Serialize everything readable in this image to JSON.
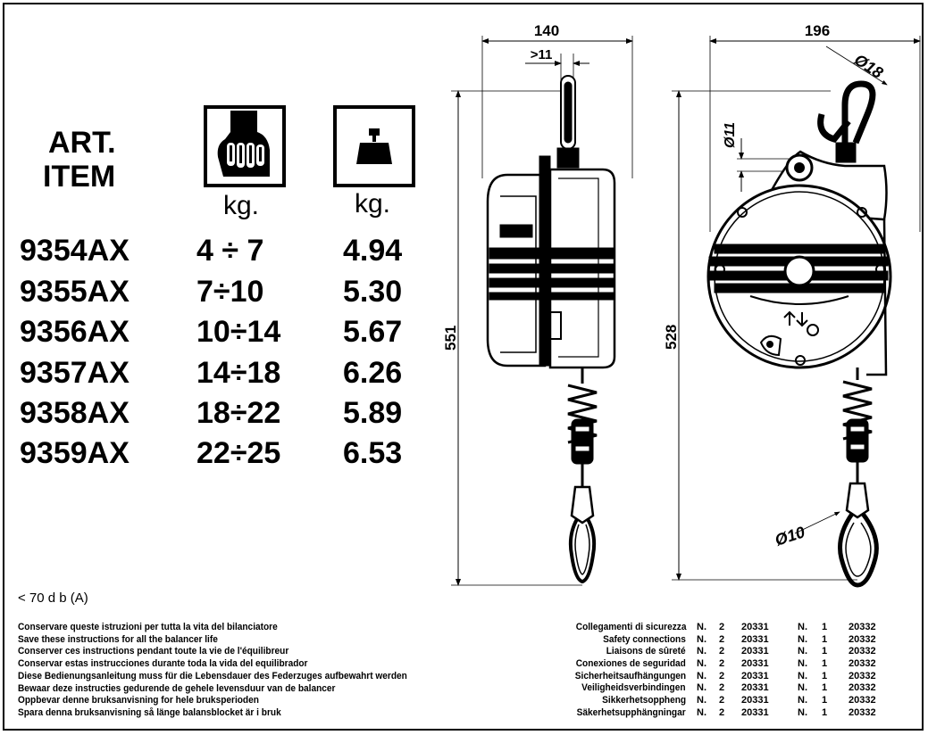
{
  "header": {
    "line1": "ART.",
    "line2": "ITEM",
    "unit_range": "kg.",
    "unit_weight": "kg.",
    "icon_range": "hand-grip-icon",
    "icon_weight": "weight-icon"
  },
  "products": [
    {
      "code": "9354AX",
      "range": "4 ÷ 7",
      "weight": "4.94"
    },
    {
      "code": "9355AX",
      "range": "7÷10",
      "weight": "5.30"
    },
    {
      "code": "9356AX",
      "range": "10÷14",
      "weight": "5.67"
    },
    {
      "code": "9357AX",
      "range": "14÷18",
      "weight": "6.26"
    },
    {
      "code": "9358AX",
      "range": "18÷22",
      "weight": "5.89"
    },
    {
      "code": "9359AX",
      "range": "22÷25",
      "weight": "6.53"
    }
  ],
  "drawing": {
    "dim_width_side": "140",
    "dim_min_offset": ">11",
    "dim_height_side": "551",
    "dim_width_front": "196",
    "dim_hook": "Ø18",
    "dim_top_hole": "Ø11",
    "dim_height_front": "528",
    "dim_bottom": "Ø10"
  },
  "noise": "< 70 d b (A)",
  "instructions": [
    "Conservare queste istruzioni per tutta la vita del bilanciatore",
    "Save these instructions for all the balancer life",
    "Conserver ces instructions pendant toute la vie de l'équilibreur",
    "Conservar estas instrucciones durante toda la vida del equilibrador",
    "Diese Bedienungsanleitung muss für die Lebensdauer des Federzuges aufbewahrt werden",
    "Bewaar deze instructies gedurende de gehele levensduur van de balancer",
    "Oppbevar denne bruksanvisning for hele bruksperioden",
    "Spara denna bruksanvisning så länge balansblocket är i bruk"
  ],
  "connections": [
    {
      "label": "Collegamenti di sicurezza",
      "n1": "N.",
      "q1": "2",
      "code1": "20331",
      "n2": "N.",
      "q2": "1",
      "code2": "20332"
    },
    {
      "label": "Safety connections",
      "n1": "N.",
      "q1": "2",
      "code1": "20331",
      "n2": "N.",
      "q2": "1",
      "code2": "20332"
    },
    {
      "label": "Liaisons de sûreté",
      "n1": "N.",
      "q1": "2",
      "code1": "20331",
      "n2": "N.",
      "q2": "1",
      "code2": "20332"
    },
    {
      "label": "Conexiones de seguridad",
      "n1": "N.",
      "q1": "2",
      "code1": "20331",
      "n2": "N.",
      "q2": "1",
      "code2": "20332"
    },
    {
      "label": "Sicherheitsaufhängungen",
      "n1": "N.",
      "q1": "2",
      "code1": "20331",
      "n2": "N.",
      "q2": "1",
      "code2": "20332"
    },
    {
      "label": "Veiligheidsverbindingen",
      "n1": "N.",
      "q1": "2",
      "code1": "20331",
      "n2": "N.",
      "q2": "1",
      "code2": "20332"
    },
    {
      "label": "Sikkerhetsoppheng",
      "n1": "N.",
      "q1": "2",
      "code1": "20331",
      "n2": "N.",
      "q2": "1",
      "code2": "20332"
    },
    {
      "label": "Säkerhetsupphängningar",
      "n1": "N.",
      "q1": "2",
      "code1": "20331",
      "n2": "N.",
      "q2": "1",
      "code2": "20332"
    }
  ]
}
